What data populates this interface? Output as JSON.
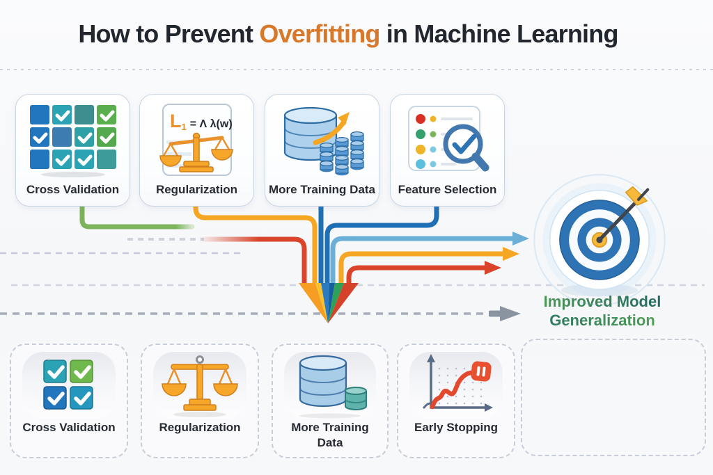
{
  "title": {
    "pre": "How to Prevent ",
    "highlight": "Overfitting",
    "post": " in Machine Learning"
  },
  "top_cards": [
    {
      "label": "Cross Validation",
      "icon": "checkbox-grid-icon"
    },
    {
      "label": "Regularization",
      "icon": "balance-scale-formula-icon"
    },
    {
      "label": "More Training Data",
      "icon": "database-growth-icon"
    },
    {
      "label": "Feature Selection",
      "icon": "feature-list-magnifier-icon"
    }
  ],
  "formula": {
    "big": "L",
    "sub": "1",
    "rest": "= Λ λ(w)"
  },
  "outcome": {
    "icon": "target-arrow-icon",
    "line1": "Improved Model",
    "line2": "Generalization"
  },
  "bottom_cards": [
    {
      "label": "Cross Validation",
      "icon": "checkbox-2x2-icon"
    },
    {
      "label": "Regularization",
      "icon": "balance-scale-icon"
    },
    {
      "label": "More Training Data",
      "icon": "database-stack-icon"
    },
    {
      "label": "Early Stopping",
      "icon": "early-stopping-curve-icon"
    },
    {
      "label": "",
      "icon": "empty-placeholder"
    }
  ],
  "colors": {
    "title_dark": "#22262e",
    "title_accent": "#d8782b",
    "line_green": "#7cb35b",
    "line_orange": "#f5a623",
    "line_blue": "#1f6fb5",
    "line_sky": "#6baed6",
    "line_red": "#d9442b",
    "line_gray": "#8a93a0",
    "outcome_green_start": "#58a054",
    "outcome_green_end": "#1f6762",
    "card_border": "#c9d5e3",
    "dashed_border": "#c7cdd9"
  }
}
